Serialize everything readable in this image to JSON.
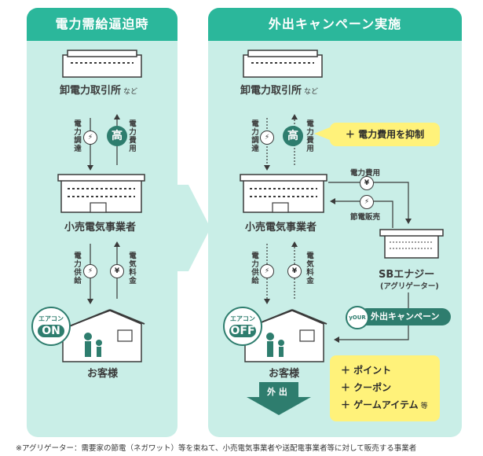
{
  "left": {
    "title": "電力需給逼迫時",
    "wholesale": "卸電力取引所",
    "wholesale_suffix": "など",
    "procurement": "電力調達",
    "high": "高",
    "cost": "電力費用",
    "retailer": "小売電気事業者",
    "supply": "電力供給",
    "fee": "電気料金",
    "ac_label": "エアコン",
    "ac_state": "ON",
    "customer": "お客様"
  },
  "right": {
    "title": "外出キャンペーン実施",
    "wholesale": "卸電力取引所",
    "wholesale_suffix": "など",
    "procurement": "電力調達",
    "high": "高",
    "cost": "電力費用",
    "suppress": "＋ 電力費用を抑制",
    "cost_right": "電力費用",
    "saving_sale": "節電販売",
    "retailer": "小売電気事業者",
    "supply": "電力供給",
    "fee": "電気料金",
    "aggregator": "SBエナジー",
    "aggregator_sub": "(アグリゲーター)",
    "your": "yOUR",
    "campaign": "外出キャンペーン",
    "ac_label": "エアコン",
    "ac_state": "OFF",
    "customer": "お客様",
    "goout": "外 出",
    "benefits": [
      "＋ ポイント",
      "＋ クーポン",
      "＋ ゲームアイテム"
    ],
    "benefits_suffix": "等"
  },
  "footnote": "※アグリゲーター：需要家の節電（ネガワット）等を束ねて、小売電気事業者や送配電事業者等に対して販売する事業者",
  "colors": {
    "panel": "#c9eee7",
    "header": "#2bb79b",
    "dark": "#2e7d6e",
    "yellow": "#fff27a"
  }
}
